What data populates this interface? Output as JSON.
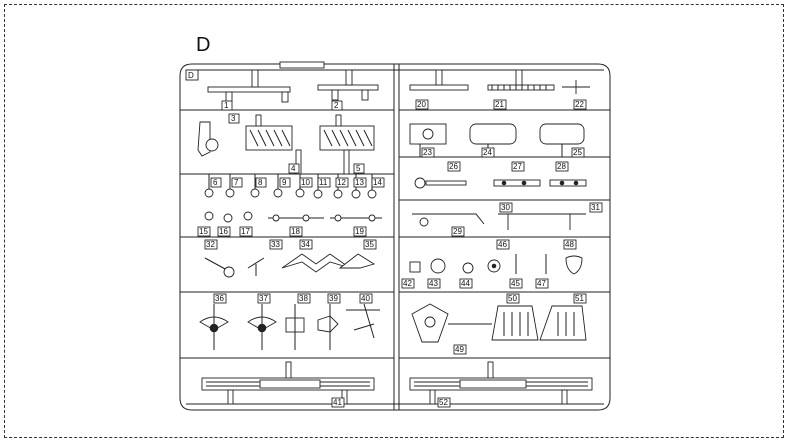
{
  "sprue": {
    "letter": "D",
    "corner_letter": "D",
    "labels": [
      "1",
      "2",
      "3",
      "4",
      "5",
      "6",
      "7",
      "8",
      "9",
      "10",
      "11",
      "12",
      "13",
      "14",
      "15",
      "16",
      "17",
      "18",
      "19",
      "20",
      "21",
      "22",
      "23",
      "24",
      "25",
      "26",
      "27",
      "28",
      "29",
      "30",
      "31",
      "32",
      "33",
      "34",
      "35",
      "36",
      "37",
      "38",
      "39",
      "40",
      "41",
      "42",
      "43",
      "44",
      "45",
      "46",
      "47",
      "48",
      "49",
      "50",
      "51",
      "52"
    ]
  }
}
